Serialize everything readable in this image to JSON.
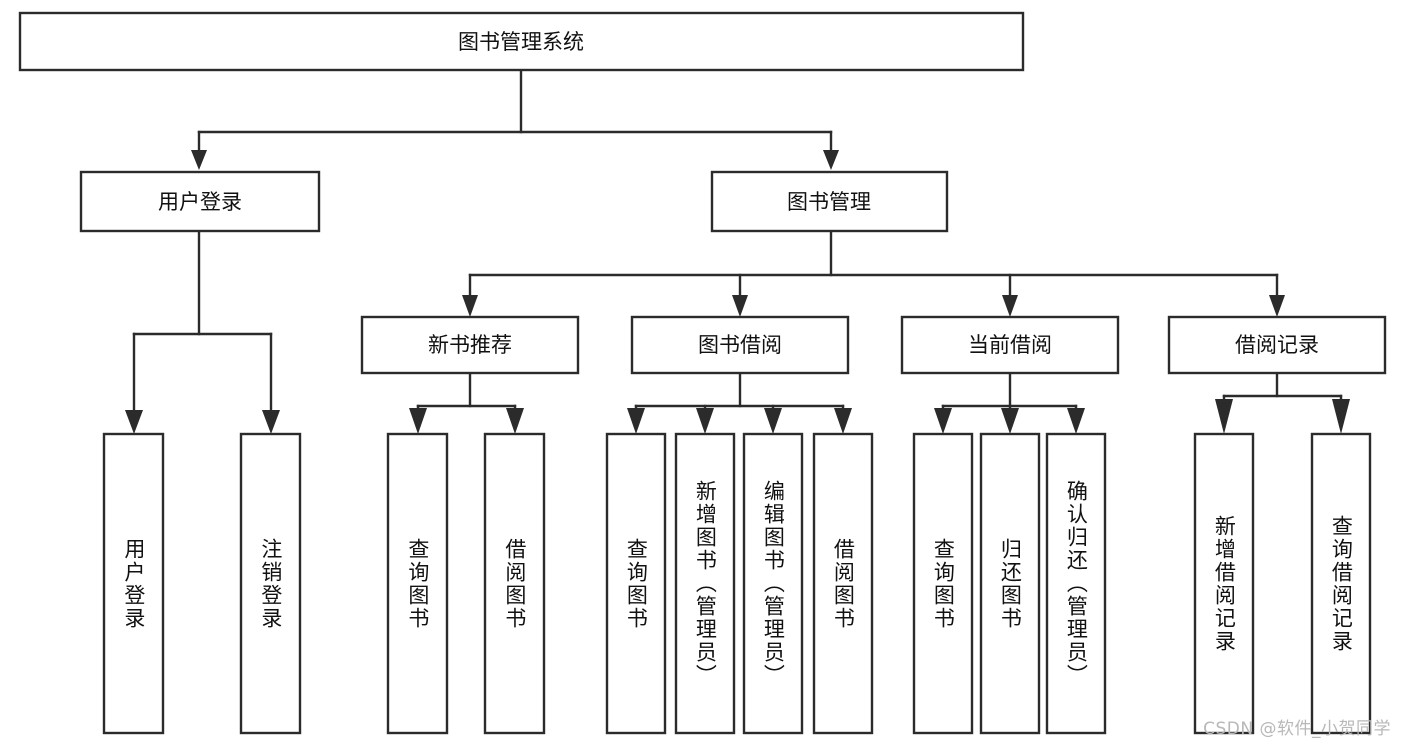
{
  "diagram": {
    "title": "图书管理系统",
    "type": "tree-hierarchy",
    "watermark": "CSDN @软件_小贺同学",
    "colors": {
      "stroke": "#2b2b2b",
      "box_fill": "#ffffff",
      "text": "#111111",
      "background": "#ffffff",
      "watermark": "#b8b8b8"
    },
    "root": {
      "label": "图书管理系统"
    },
    "level1": [
      {
        "label": "用户登录"
      },
      {
        "label": "图书管理"
      }
    ],
    "level2": [
      {
        "label": "新书推荐"
      },
      {
        "label": "图书借阅"
      },
      {
        "label": "当前借阅"
      },
      {
        "label": "借阅记录"
      }
    ],
    "leaves": {
      "user_login": [
        {
          "label": "用户登录"
        },
        {
          "label": "注销登录"
        }
      ],
      "new_book_recommend": [
        {
          "label": "查询图书"
        },
        {
          "label": "借阅图书"
        }
      ],
      "book_borrow": [
        {
          "label": "查询图书"
        },
        {
          "label": "新增图书（管理员）"
        },
        {
          "label": "编辑图书（管理员）"
        },
        {
          "label": "借阅图书"
        }
      ],
      "current_borrow": [
        {
          "label": "查询图书"
        },
        {
          "label": "归还图书"
        },
        {
          "label": "确认归还（管理员）"
        }
      ],
      "borrow_record": [
        {
          "label": "新增借阅记录"
        },
        {
          "label": "查询借阅记录"
        }
      ]
    }
  }
}
